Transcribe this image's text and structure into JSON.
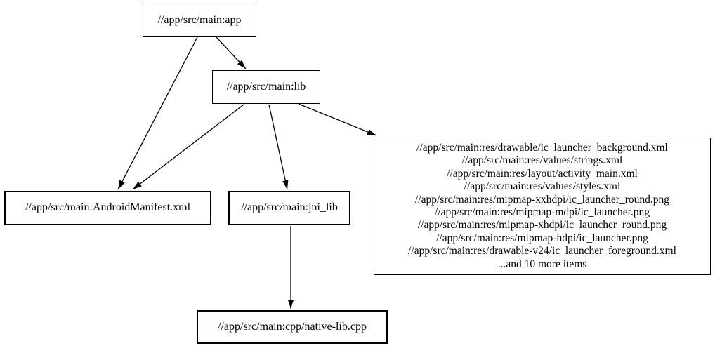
{
  "diagram": {
    "type": "dependency-graph",
    "colors": {
      "background": "#ffffff",
      "node_fill": "#ffffff",
      "node_border": "#000000",
      "edge": "#000000",
      "text": "#000000"
    },
    "nodes": {
      "app": {
        "label": "//app/src/main:app"
      },
      "lib": {
        "label": "//app/src/main:lib"
      },
      "android_manifest": {
        "label": "//app/src/main:AndroidManifest.xml"
      },
      "jni_lib": {
        "label": "//app/src/main:jni_lib"
      },
      "native_cpp": {
        "label": "//app/src/main:cpp/native-lib.cpp"
      },
      "res_group": {
        "lines": [
          "//app/src/main:res/drawable/ic_launcher_background.xml",
          "//app/src/main:res/values/strings.xml",
          "//app/src/main:res/layout/activity_main.xml",
          "//app/src/main:res/values/styles.xml",
          "//app/src/main:res/mipmap-xxhdpi/ic_launcher_round.png",
          "//app/src/main:res/mipmap-mdpi/ic_launcher.png",
          "//app/src/main:res/mipmap-xhdpi/ic_launcher_round.png",
          "//app/src/main:res/mipmap-hdpi/ic_launcher.png",
          "//app/src/main:res/drawable-v24/ic_launcher_foreground.xml",
          "...and 10 more items"
        ]
      }
    },
    "edges": [
      {
        "from": "app",
        "to": "lib"
      },
      {
        "from": "app",
        "to": "android_manifest"
      },
      {
        "from": "lib",
        "to": "android_manifest"
      },
      {
        "from": "lib",
        "to": "jni_lib"
      },
      {
        "from": "lib",
        "to": "res_group"
      },
      {
        "from": "jni_lib",
        "to": "native_cpp"
      }
    ]
  }
}
